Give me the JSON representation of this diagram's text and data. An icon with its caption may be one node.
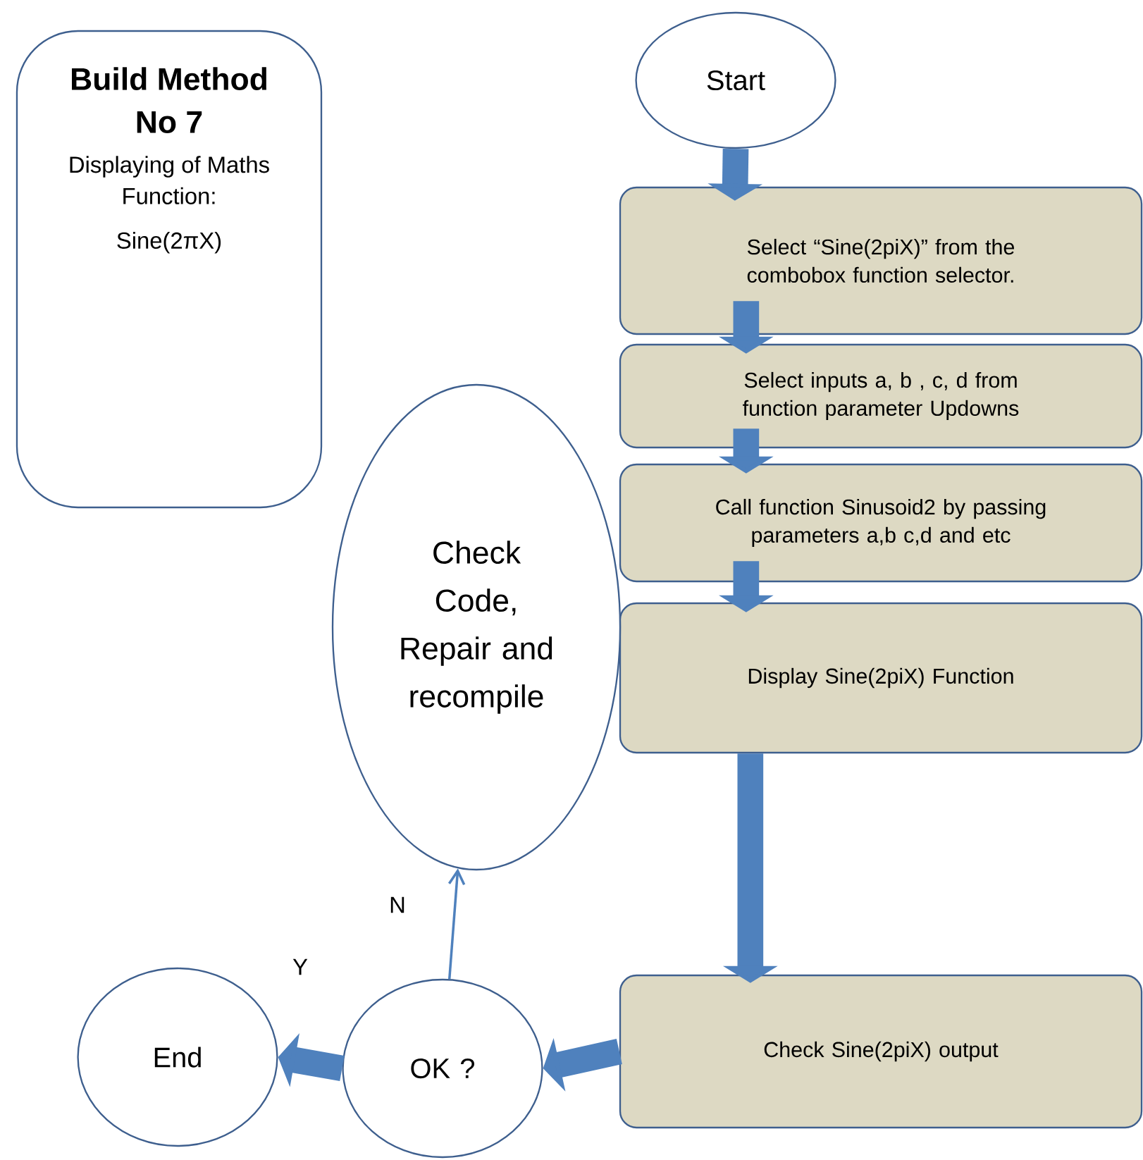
{
  "diagram": {
    "nodes": [
      {
        "text": [
          "Build Method No 7",
          "Displaying of Maths Function:",
          "Sine(2πX)"
        ]
      },
      {
        "text": [
          "Start"
        ]
      },
      {
        "text": [
          "Select “Sine(2piX)” from the combobox function selector."
        ]
      },
      {
        "text": [
          "Select inputs a, b , c, d from function parameter Updowns"
        ]
      },
      {
        "text": [
          "Call function Sinusoid2 by passing parameters a,b c,d and etc"
        ]
      },
      {
        "text": [
          "Display Sine(2piX) Function"
        ]
      },
      {
        "text": [
          "Check Sine(2piX) output"
        ]
      },
      {
        "text": [
          "OK ?"
        ]
      },
      {
        "text": [
          "End"
        ]
      },
      {
        "text": [
          "Check Code, Repair and recompile"
        ]
      }
    ],
    "edges": [
      {
        "from": 1,
        "to": 2,
        "arrow": "to"
      },
      {
        "from": 2,
        "to": 3,
        "arrow": "to"
      },
      {
        "from": 3,
        "to": 4,
        "arrow": "to"
      },
      {
        "from": 4,
        "to": 5,
        "arrow": "to"
      },
      {
        "from": 5,
        "to": 6,
        "arrow": "to"
      },
      {
        "from": 6,
        "to": 7,
        "arrow": "to"
      },
      {
        "from": 7,
        "to": 8,
        "arrow": "to",
        "label": "Y"
      },
      {
        "from": 7,
        "to": 9,
        "arrow": "to",
        "label": "N"
      }
    ]
  }
}
